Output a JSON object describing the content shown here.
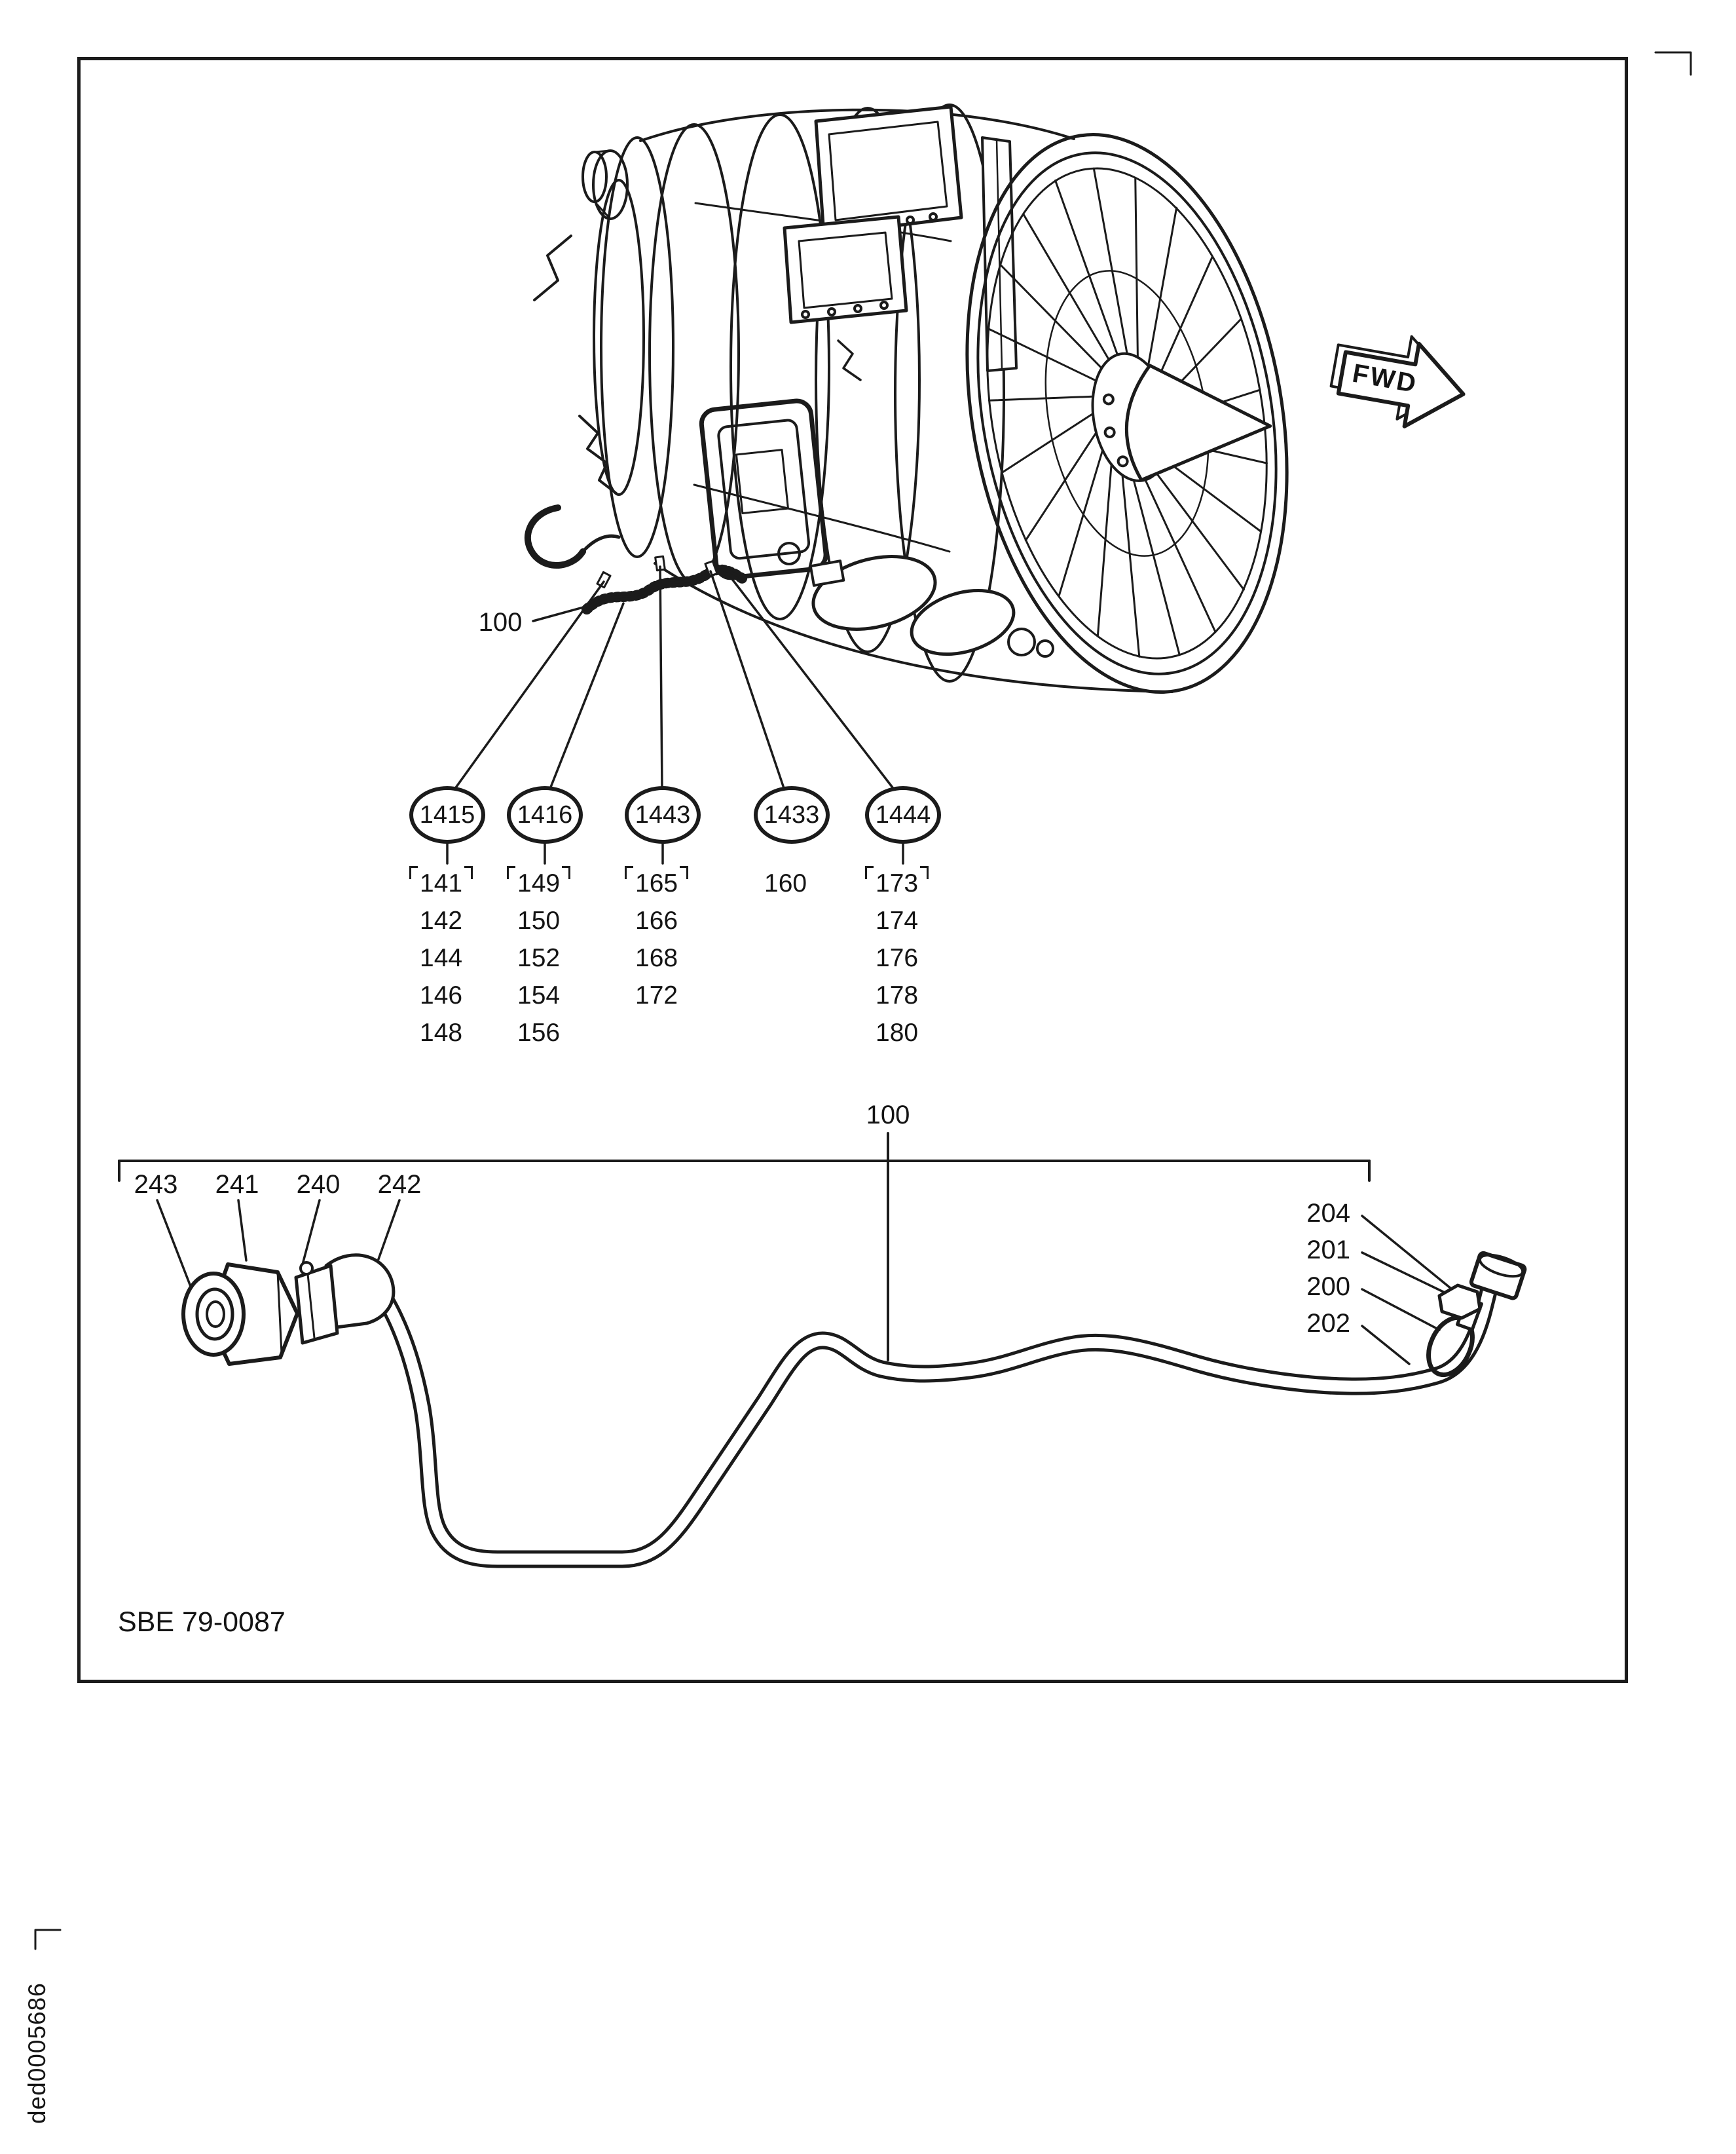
{
  "meta": {
    "background": "#ffffff",
    "line_color": "#1b1b1b"
  },
  "labels": {
    "fwd": "FWD",
    "engine_callout": "100",
    "tube_callout": "100",
    "figure_ref": "SBE 79-0087",
    "doc_id": "ded0005686"
  },
  "callout_groups": [
    {
      "id": "1415",
      "items": [
        "141",
        "142",
        "144",
        "146",
        "148"
      ]
    },
    {
      "id": "1416",
      "items": [
        "149",
        "150",
        "152",
        "154",
        "156"
      ]
    },
    {
      "id": "1443",
      "items": [
        "165",
        "166",
        "168",
        "172"
      ]
    },
    {
      "id": "1433",
      "items": [
        "160"
      ]
    },
    {
      "id": "1444",
      "items": [
        "173",
        "174",
        "176",
        "178",
        "180"
      ]
    }
  ],
  "tube_callouts_left": [
    "243",
    "241",
    "240",
    "242"
  ],
  "tube_callouts_right": [
    "204",
    "201",
    "200",
    "202"
  ]
}
